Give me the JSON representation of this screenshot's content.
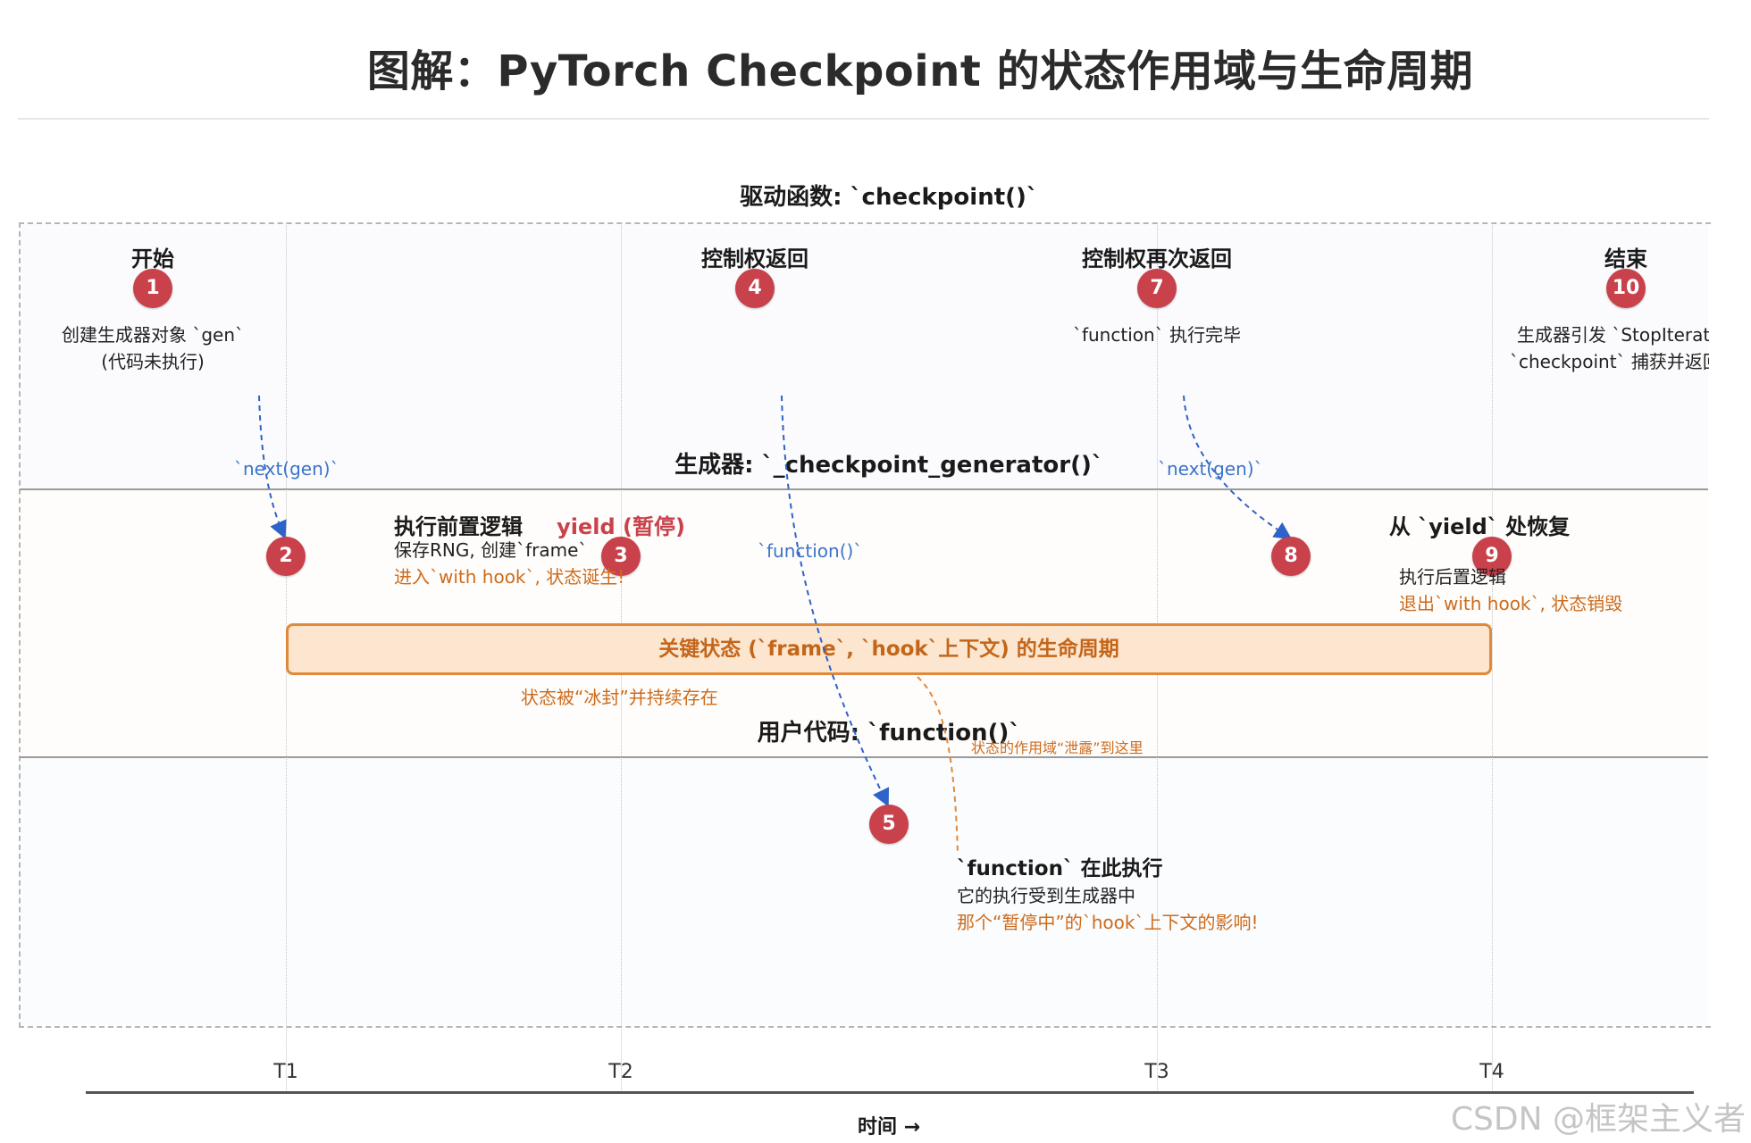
{
  "title": "图解：PyTorch Checkpoint 的状态作用域与生命周期",
  "lanes": {
    "driver": "驱动函数: `checkpoint()`",
    "generator": "生成器: `_checkpoint_generator()`",
    "user": "用户代码: `function()`"
  },
  "events": {
    "e1": {
      "num": "1",
      "title": "开始",
      "line1": "创建生成器对象 `gen`",
      "line2": "(代码未执行)"
    },
    "e2": {
      "num": "2"
    },
    "e3": {
      "num": "3",
      "pre_title": "执行前置逻辑",
      "yield_label": "yield (暂停)",
      "line1": "保存RNG, 创建`frame`",
      "line2": "进入`with hook`, 状态诞生!"
    },
    "e4": {
      "num": "4",
      "title": "控制权返回"
    },
    "e5": {
      "num": "5",
      "title": "`function` 在此执行",
      "line1": "它的执行受到生成器中",
      "line2": "那个“暂停中”的`hook`上下文的影响!"
    },
    "e7": {
      "num": "7",
      "title": "控制权再次返回",
      "line1": "`function` 执行完毕"
    },
    "e8": {
      "num": "8"
    },
    "e9": {
      "num": "9",
      "title": "从 `yield` 处恢复",
      "line1": "执行后置逻辑",
      "line2": "退出`with hook`, 状态销毁"
    },
    "e10": {
      "num": "10",
      "title": "结束",
      "line1": "生成器引发 `StopIteration`",
      "line2": "`checkpoint` 捕获并返回"
    }
  },
  "arrows": {
    "next_gen_1": "`next(gen)`",
    "function_call": "`function()`",
    "next_gen_2": "`next(gen)`"
  },
  "lifecycle": {
    "label": "关键状态 (`frame`, `hook`上下文) 的生命周期",
    "frozen_note": "状态被“冰封”并持续存在",
    "leak_note": "状态的作用域“泄露”到这里"
  },
  "timeline": {
    "ticks": [
      "T1",
      "T2",
      "T3",
      "T4"
    ],
    "axis_label": "时间 →"
  },
  "watermark": "CSDN @框架主义者",
  "colors": {
    "badge": "#c8414b",
    "accent_orange": "#e0893a",
    "arrow_blue": "#2e63c9",
    "note_orange": "#cc6b1c"
  }
}
